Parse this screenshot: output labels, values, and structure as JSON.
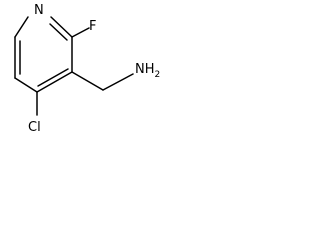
{
  "molecule": {
    "atoms": {
      "ring_nitrogen": "N",
      "fluorine": "F",
      "chlorine": "Cl",
      "amine": "NH",
      "amine_subscript": "2"
    },
    "colors": {
      "bond": "#000000",
      "label": "#000000",
      "background": "#ffffff"
    }
  }
}
